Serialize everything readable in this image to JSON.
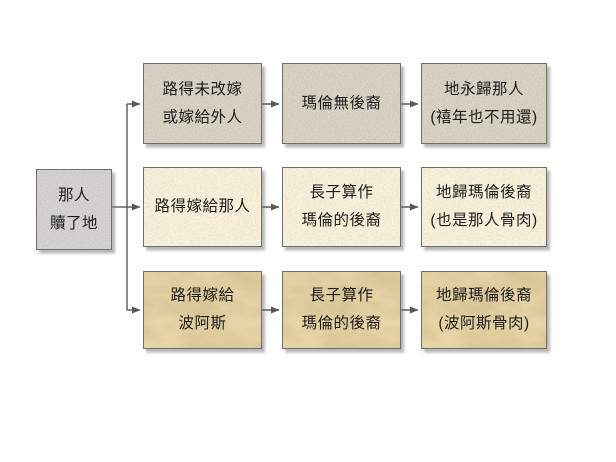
{
  "diagram": {
    "source": {
      "lines": [
        "那人",
        "贖了地"
      ]
    },
    "rows": [
      {
        "cells": [
          {
            "lines": [
              "路得未改嫁",
              "或嫁給外人"
            ]
          },
          {
            "lines": [
              "瑪倫無後裔"
            ]
          },
          {
            "lines": [
              "地永歸那人",
              "(禧年也不用還)"
            ]
          }
        ]
      },
      {
        "cells": [
          {
            "lines": [
              "路得嫁給那人"
            ]
          },
          {
            "lines": [
              "長子算作",
              "瑪倫的後裔"
            ]
          },
          {
            "lines": [
              "地歸瑪倫後裔",
              "(也是那人骨肉)"
            ]
          }
        ]
      },
      {
        "cells": [
          {
            "lines": [
              "路得嫁給",
              "波阿斯"
            ]
          },
          {
            "lines": [
              "長子算作",
              "瑪倫的後裔"
            ]
          },
          {
            "lines": [
              "地歸瑪倫後裔",
              "(波阿斯骨肉)"
            ]
          }
        ]
      }
    ]
  },
  "colors": {
    "background": "#ffffff",
    "box_border": "#6e6e6e",
    "text": "#1c1c1c",
    "connector": "#595959",
    "source_fill": "#d8d7d4",
    "row1_fill": "#ddd6c7",
    "row2_fill": "#f8f1dc",
    "row3_fill": "#e7d5a8",
    "shadow": "rgba(125,125,125,0.55)"
  }
}
